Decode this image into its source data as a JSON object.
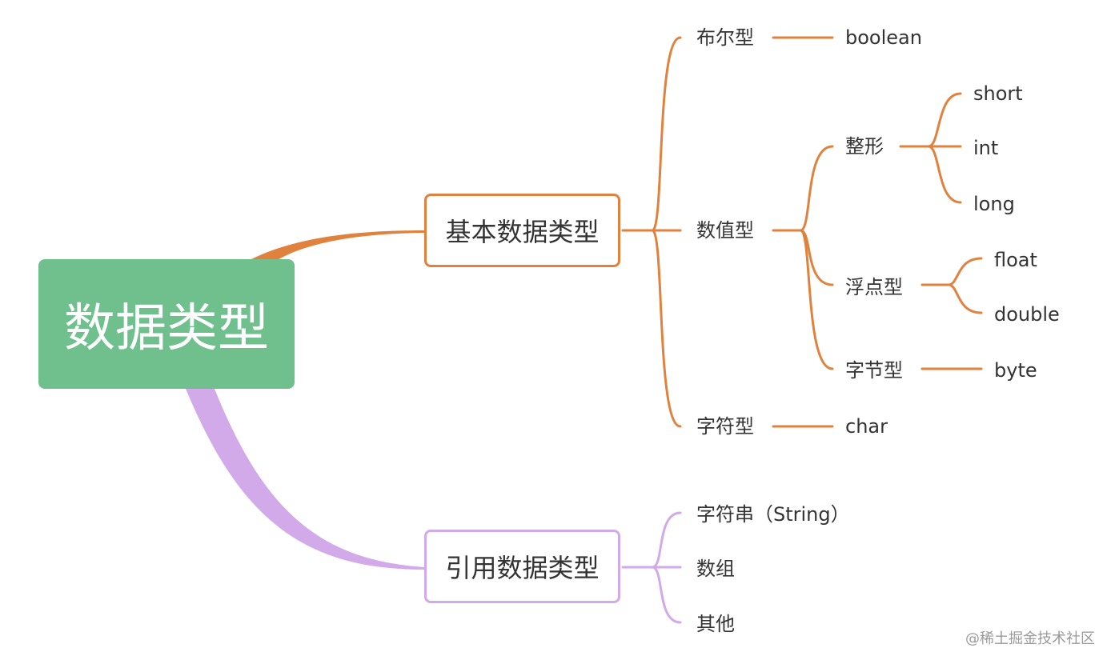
{
  "colors": {
    "root_fill": "#70c08e",
    "primitive_branch": "#e0823d",
    "reference_branch": "#d2aaea",
    "text": "#333333"
  },
  "root": {
    "label": "数据类型"
  },
  "primitive": {
    "label": "基本数据类型",
    "boolean": {
      "label": "布尔型",
      "child": "boolean"
    },
    "numeric": {
      "label": "数值型",
      "integer": {
        "label": "整形",
        "children": [
          "short",
          "int",
          "long"
        ]
      },
      "float": {
        "label": "浮点型",
        "children": [
          "float",
          "double"
        ]
      },
      "byte": {
        "label": "字节型",
        "child": "byte"
      }
    },
    "char": {
      "label": "字符型",
      "child": "char"
    }
  },
  "reference": {
    "label": "引用数据类型",
    "children": [
      "字符串（String）",
      "数组",
      "其他"
    ]
  },
  "watermark": "@稀土掘金技术社区"
}
